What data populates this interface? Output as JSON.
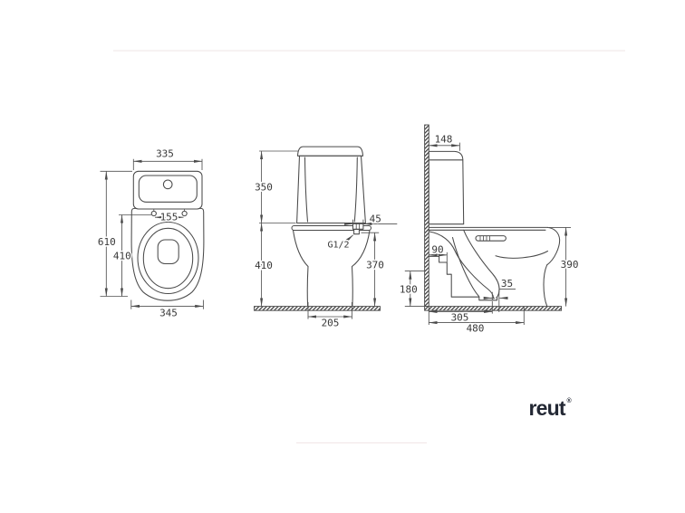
{
  "page": {
    "background": "#ffffff",
    "line_color": "#4a4a4a",
    "faint_rule_color": "#f2e9ea"
  },
  "brand": {
    "logo_text": "reut",
    "logo_mark": "®",
    "logo_color": "#232834"
  },
  "front_view": {
    "dims": {
      "tank_width": "335",
      "bolt_spacing": "155",
      "total_height": "610",
      "holes_height": "410",
      "base_width": "345"
    }
  },
  "elevation_view": {
    "dims": {
      "tank_height": "350",
      "inlet_offset": "45",
      "inlet_thread": "G1/2",
      "bowl_height": "410",
      "inlet_height": "370",
      "base_depth": "205"
    }
  },
  "side_view": {
    "dims": {
      "tank_depth": "148",
      "outlet_wall_offset": "90",
      "outlet_axis_height": "180",
      "rim_height": "390",
      "outlet_gap": "35",
      "outlet_center_depth": "305",
      "total_depth": "480"
    }
  }
}
